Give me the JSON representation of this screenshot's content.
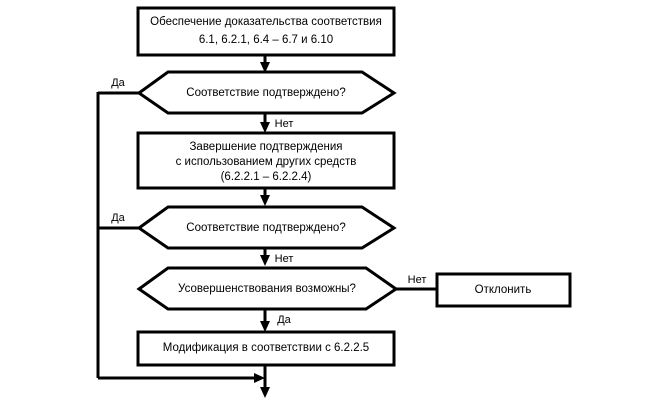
{
  "diagram": {
    "title": "Обеспечение доказательства соответствия",
    "type": "flowchart",
    "language": "ru",
    "colors": {
      "background": "#ffffff",
      "stroke": "#000000",
      "fill": "#ffffff",
      "text": "#000000"
    },
    "nodes": [
      {
        "id": "provide-evidence",
        "shape": "process",
        "lines": [
          "Обеспечение доказательства соответствия",
          "6.1, 6.2.1, 6.4 – 6.7 и 6.10"
        ]
      },
      {
        "id": "conformity-confirmed-1",
        "shape": "decision",
        "lines": [
          "Соответствие подтверждено?"
        ]
      },
      {
        "id": "complete-confirmation",
        "shape": "process",
        "lines": [
          "Завершение подтверждения",
          "с использованием других средств",
          "(6.2.2.1 – 6.2.2.4)"
        ]
      },
      {
        "id": "conformity-confirmed-2",
        "shape": "decision",
        "lines": [
          "Соответствие подтверждено?"
        ]
      },
      {
        "id": "improvements-possible",
        "shape": "decision",
        "lines": [
          "Усовершенствования возможны?"
        ]
      },
      {
        "id": "reject",
        "shape": "process",
        "lines": [
          "Отклонить"
        ]
      },
      {
        "id": "modification",
        "shape": "process",
        "lines": [
          "Модификация в соответствии с 6.2.2.5"
        ]
      }
    ],
    "edge_labels": {
      "yes_1": "Да",
      "no_1": "Нет",
      "yes_2": "Да",
      "no_2": "Нет",
      "no_3": "Нет",
      "yes_3": "Да"
    }
  }
}
